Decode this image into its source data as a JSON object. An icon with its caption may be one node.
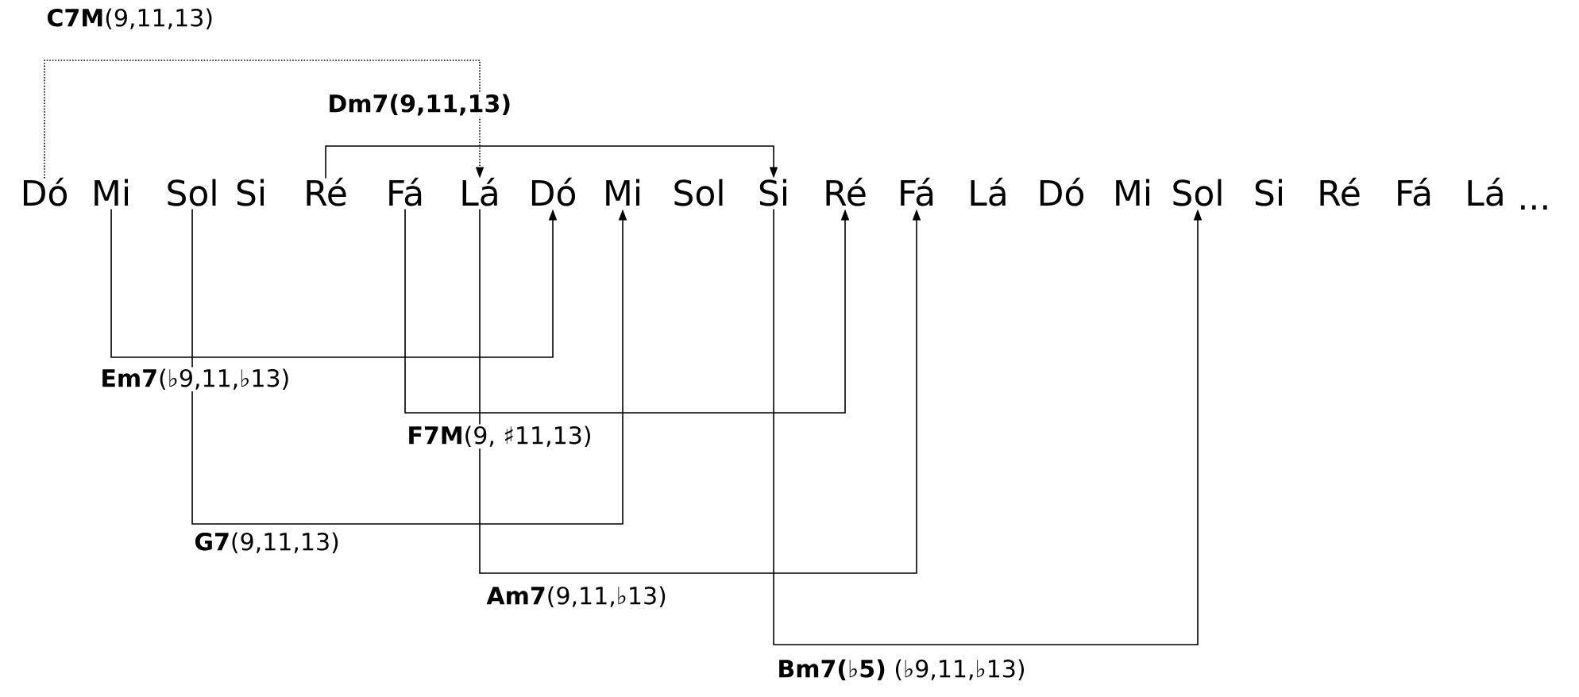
{
  "diagram": {
    "nodes": [
      {
        "text": [
          "Dó"
        ]
      },
      {
        "text": [
          "Mi"
        ]
      },
      {
        "text": [
          "Sol"
        ]
      },
      {
        "text": [
          "Si"
        ]
      },
      {
        "text": [
          "Ré"
        ]
      },
      {
        "text": [
          "Fá"
        ]
      },
      {
        "text": [
          "Lá"
        ]
      },
      {
        "text": [
          "Dó"
        ]
      },
      {
        "text": [
          "Mi"
        ]
      },
      {
        "text": [
          "Sol"
        ]
      },
      {
        "text": [
          "Si"
        ]
      },
      {
        "text": [
          "Ré"
        ]
      },
      {
        "text": [
          "Fá"
        ]
      },
      {
        "text": [
          "Lá"
        ]
      },
      {
        "text": [
          "Dó"
        ]
      },
      {
        "text": [
          "Mi"
        ]
      },
      {
        "text": [
          "Sol"
        ]
      },
      {
        "text": [
          "Si"
        ]
      },
      {
        "text": [
          "Ré"
        ]
      },
      {
        "text": [
          "Fá"
        ]
      },
      {
        "text": [
          "Lá"
        ]
      }
    ],
    "edges": [
      {
        "from": 0,
        "to": 6,
        "arrow": "to",
        "style": "dashed",
        "label": "**C7M**(9,11,13)"
      },
      {
        "from": 4,
        "to": 10,
        "arrow": "to",
        "label": "**Dm7(9,11,13)**"
      },
      {
        "from": 1,
        "to": 7,
        "arrow": "to",
        "label": "**Em7**(♭9,11,♭13)"
      },
      {
        "from": 5,
        "to": 11,
        "arrow": "to",
        "label": "**F7M**(9, ♯11,13)"
      },
      {
        "from": 2,
        "to": 8,
        "arrow": "to",
        "label": "**G7**(9,11,13)"
      },
      {
        "from": 6,
        "to": 12,
        "arrow": "to",
        "label": "**Am7**(9,11,♭13)"
      },
      {
        "from": 10,
        "to": 16,
        "arrow": "to",
        "label": "**Bm7(♭5)** (♭9,11,♭13)"
      }
    ],
    "labels": [
      "..."
    ]
  }
}
